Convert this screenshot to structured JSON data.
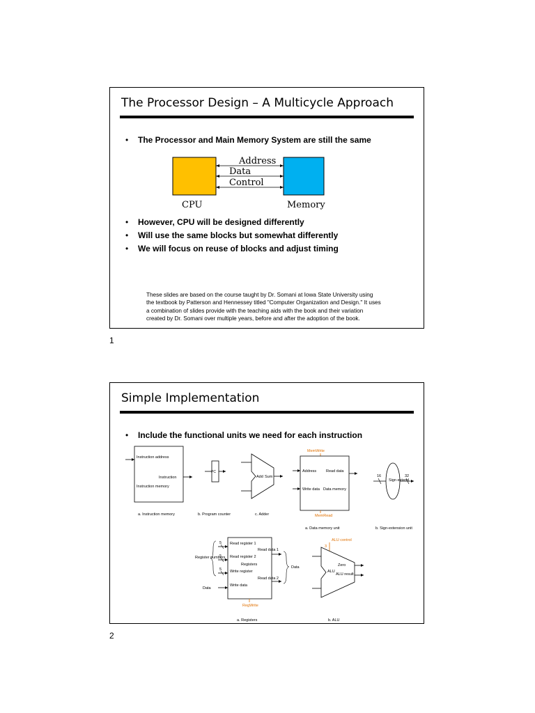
{
  "slide1": {
    "title": "The Processor Design – A Multicycle Approach",
    "bullet_top": "The Processor and Main Memory System are still the same",
    "diagram": {
      "cpu_label": "CPU",
      "memory_label": "Memory",
      "address_label": "Address",
      "data_label": "Data",
      "control_label": "Control",
      "cpu_color": "#FFC000",
      "memory_color": "#00B0F0"
    },
    "bullets": [
      "However, CPU will be designed differently",
      "Will use the same blocks but somewhat differently",
      "We will focus on reuse of blocks and adjust timing"
    ],
    "note_lines": [
      "These slides are based on the course taught by Dr. Somani at Iowa State University using",
      "the textbook by Patterson and Hennessey titled \"Computer Organization and Design.\" It uses",
      "a combination of slides provide with the teaching aids with the book and their variation",
      "created by Dr. Somani over multiple years, before and after the adoption of the book."
    ],
    "page_number": "1"
  },
  "slide2": {
    "title": "Simple Implementation",
    "bullet": "Include the functional units we need for each instruction",
    "units": {
      "imem_address": "Instruction address",
      "imem_instruction": "Instruction",
      "imem_memory": "Instruction memory",
      "caption_a": "a. Instruction memory",
      "pc": "PC",
      "caption_b": "b. Program counter",
      "add": "Add",
      "sum": "Sum",
      "caption_c": "c. Adder",
      "memwrite": "MemWrite",
      "dm_address": "Address",
      "dm_read_data": "Read data",
      "dm_write_data": "Write data",
      "dm_name": "Data memory",
      "memread": "MemRead",
      "caption_dm": "a. Data memory unit",
      "se_in": "16",
      "se_out": "32",
      "se_name": "Sign extend",
      "caption_se": "b. Sign-extension unit",
      "reg_read1": "Read register 1",
      "reg_read2": "Read register 2",
      "reg_write": "Write register",
      "reg_write_data": "Write data",
      "reg_name": "Registers",
      "reg_read_data1": "Read data 1",
      "reg_read_data2": "Read data 2",
      "reg_numbers": "Register numbers",
      "reg_data_in": "Data",
      "reg_data_out": "Data",
      "reg_bits": "5",
      "regwrite": "RegWrite",
      "caption_reg": "a. Registers",
      "alu_control": "ALU control",
      "alu_control_bits": "3",
      "alu_name": "ALU",
      "alu_zero": "Zero",
      "alu_result": "ALU result",
      "caption_alu": "b. ALU",
      "control_color": "#E07000"
    },
    "page_number": "2"
  }
}
